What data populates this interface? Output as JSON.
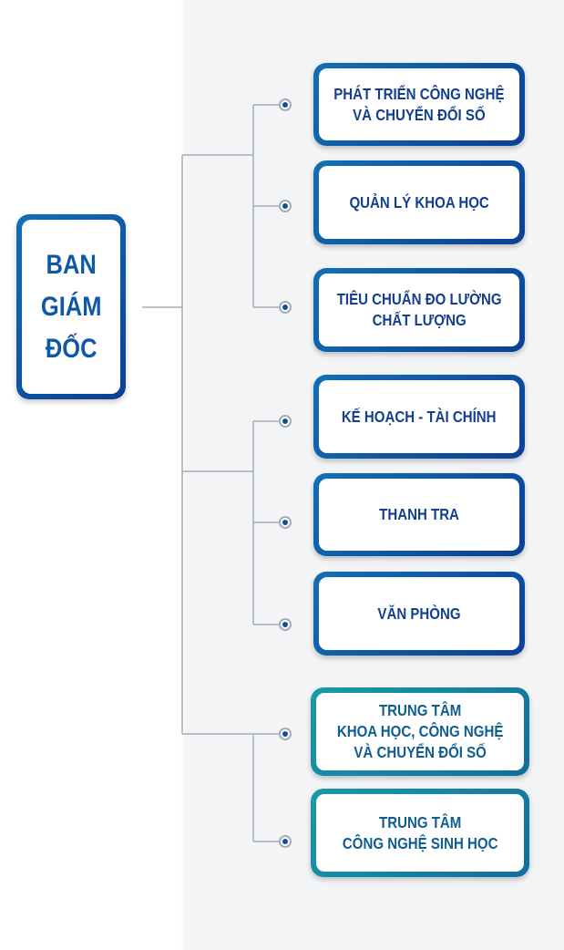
{
  "root": {
    "lines": [
      "BAN",
      "GIÁM",
      "ĐỐC"
    ]
  },
  "units": [
    {
      "lines": [
        "PHÁT TRIỂN CÔNG NGHỆ",
        "VÀ CHUYỂN ĐỔI SỐ"
      ],
      "theme": "blue"
    },
    {
      "lines": [
        "QUẢN LÝ KHOA HỌC"
      ],
      "theme": "blue"
    },
    {
      "lines": [
        "TIÊU CHUẨN ĐO LƯỜNG",
        "CHẤT LƯỢNG"
      ],
      "theme": "blue"
    },
    {
      "lines": [
        "KẾ HOẠCH - TÀI CHÍNH"
      ],
      "theme": "blue"
    },
    {
      "lines": [
        "THANH TRA"
      ],
      "theme": "blue"
    },
    {
      "lines": [
        "VĂN PHÒNG"
      ],
      "theme": "blue"
    },
    {
      "lines": [
        "TRUNG TÂM",
        "KHOA HỌC, CÔNG NGHỆ",
        "VÀ CHUYỂN ĐỔI SỐ"
      ],
      "theme": "teal"
    },
    {
      "lines": [
        "TRUNG TÂM",
        "CÔNG NGHỆ SINH HỌC"
      ],
      "theme": "teal"
    }
  ],
  "colors": {
    "blue_border": "#0b3f95",
    "teal_border": "#1a9aa8",
    "text": "#143f8f",
    "connector": "#a7adb5",
    "node_dot": "#0f4e9a"
  }
}
